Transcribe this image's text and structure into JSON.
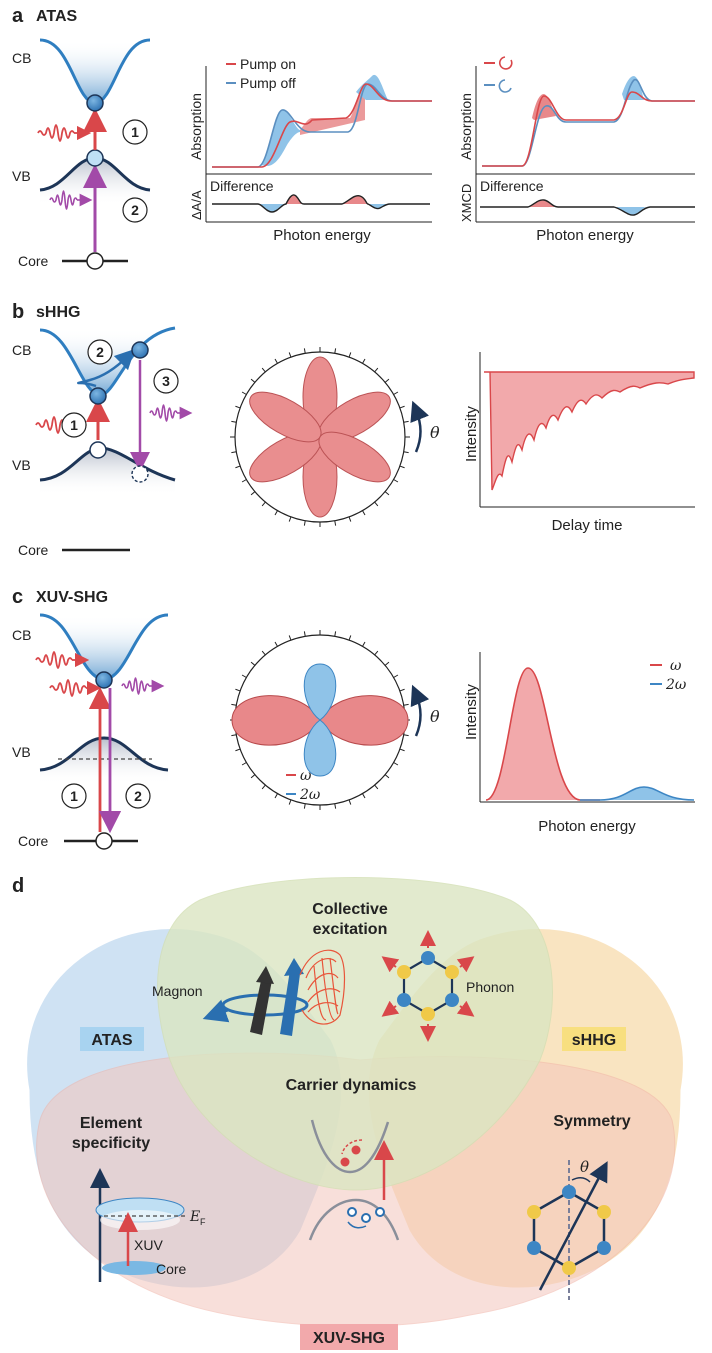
{
  "panels": {
    "a": {
      "letter": "a",
      "title": "ATAS"
    },
    "b": {
      "letter": "b",
      "title": "sHHG"
    },
    "c": {
      "letter": "c",
      "title": "XUV-SHG"
    },
    "d": {
      "letter": "d"
    }
  },
  "bands": {
    "cb": "CB",
    "vb": "VB",
    "core": "Core"
  },
  "steps": {
    "one": "1",
    "two": "2",
    "three": "3"
  },
  "atas_plot1": {
    "legend_on": "Pump on",
    "legend_off": "Pump off",
    "ylabel_top": "Absorption",
    "ylabel_bottom": "ΔA/A",
    "diff_label": "Difference",
    "xlabel": "Photon energy"
  },
  "atas_plot2": {
    "ylabel_top": "Absorption",
    "ylabel_bottom": "XMCD",
    "diff_label": "Difference",
    "xlabel": "Photon energy"
  },
  "shhg_polar": {
    "angle_label": "θ"
  },
  "shhg_trace": {
    "ylabel": "Intensity",
    "xlabel": "Delay time"
  },
  "xuv_polar": {
    "angle_label": "θ",
    "legend": [
      "ω",
      "2ω"
    ]
  },
  "xuv_spectrum": {
    "ylabel": "Intensity",
    "xlabel": "Photon energy",
    "legend": [
      "ω",
      "2ω"
    ]
  },
  "venn": {
    "atas_tag": "ATAS",
    "shhg_tag": "sHHG",
    "xuvshg_tag": "XUV-SHG",
    "collective_1": "Collective",
    "collective_2": "excitation",
    "magnon": "Magnon",
    "phonon": "Phonon",
    "carrier": "Carrier dynamics",
    "element_1": "Element",
    "element_2": "specificity",
    "symmetry": "Symmetry",
    "ef": "E",
    "ef_sub": "F",
    "xuv": "XUV",
    "core": "Core",
    "theta": "θ"
  },
  "colors": {
    "red": "#d9474a",
    "pink_fill": "#e8888a",
    "blue": "#3d86c4",
    "light_blue": "#8fc3e8",
    "purple": "#a24aa8",
    "navy": "#1d3557",
    "yellow": "#f0c948",
    "green_overlap": "#dbe6c2"
  }
}
